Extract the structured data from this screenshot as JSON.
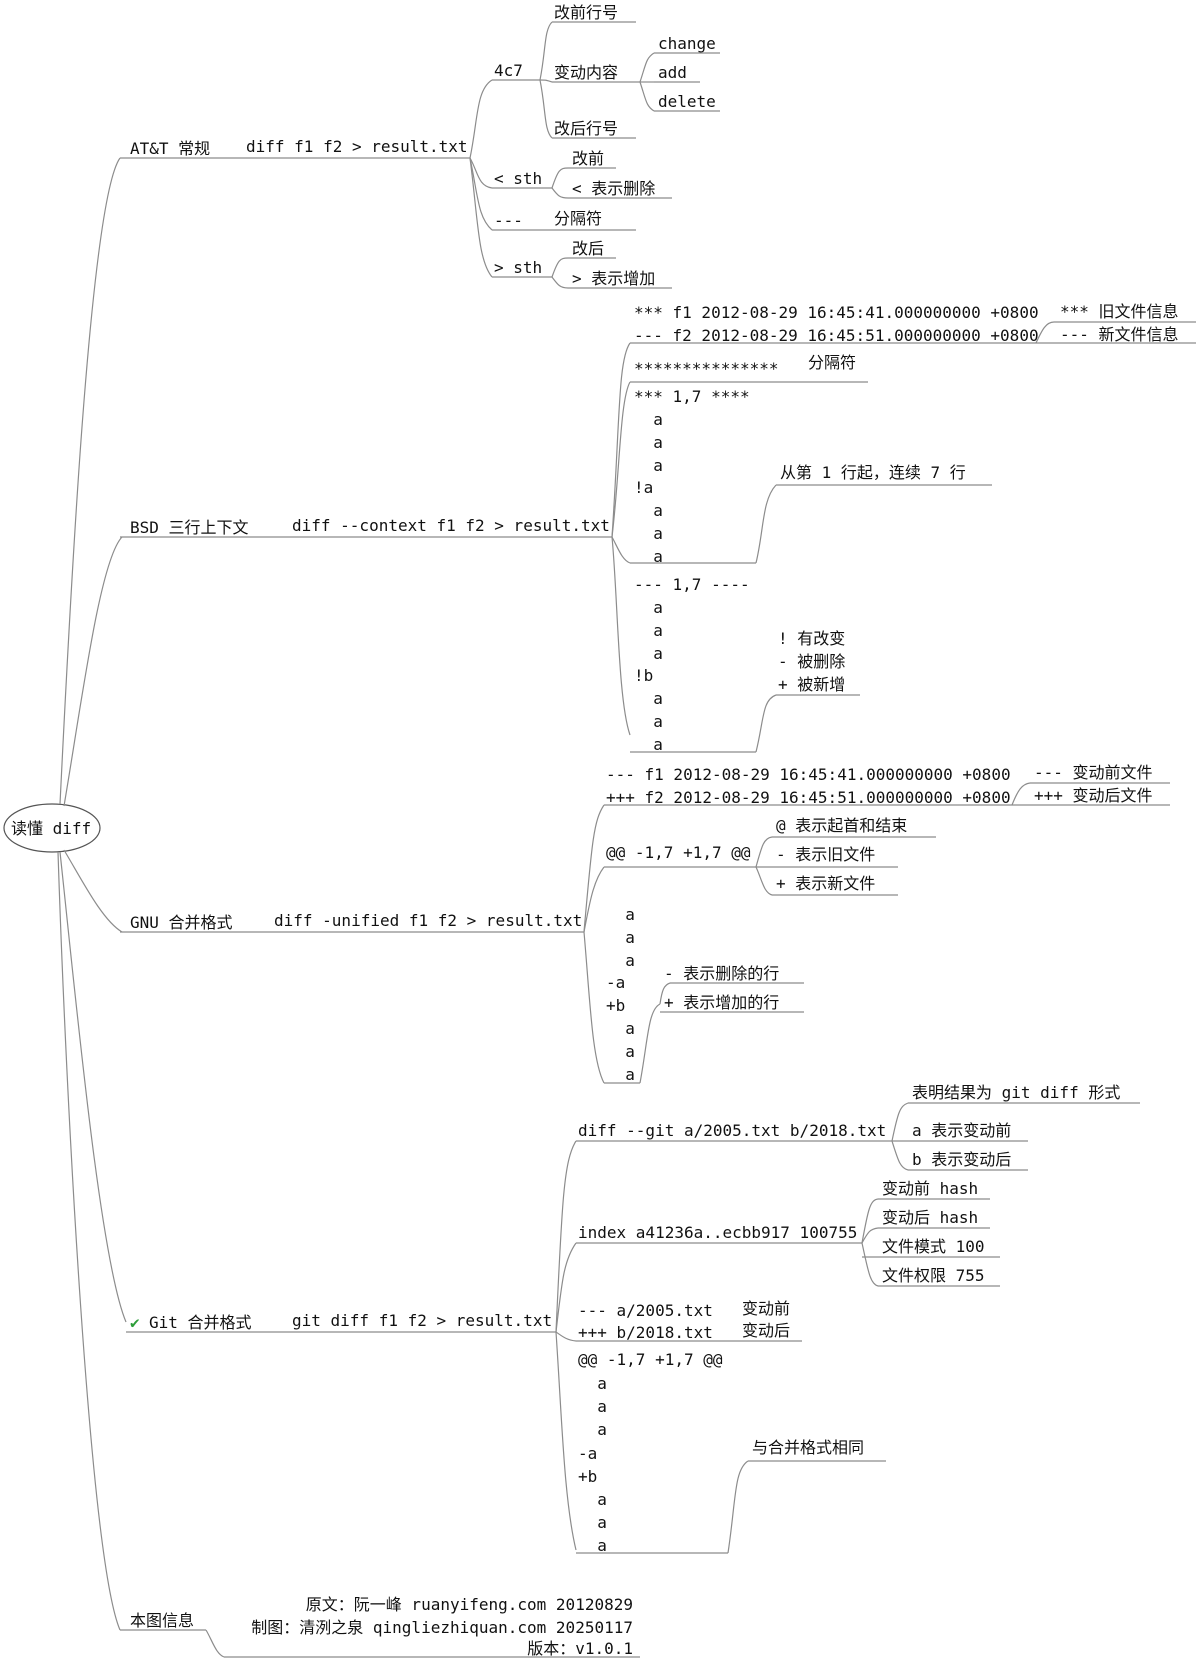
{
  "root": "读懂 diff",
  "check_color": "#2e9e3a",
  "branches": [
    {
      "label": "AT&T 常规",
      "command": "diff f1 f2 > result.txt",
      "parts": [
        {
          "label": "4c7",
          "children": [
            "改前行号",
            "变动内容",
            "改后行号"
          ],
          "grand": [
            "change",
            "add",
            "delete"
          ]
        },
        {
          "label": "< sth",
          "children": [
            "改前",
            "< 表示删除"
          ]
        },
        {
          "label": "---",
          "children": [
            "分隔符"
          ]
        },
        {
          "label": "> sth",
          "children": [
            "改后",
            "> 表示增加"
          ]
        }
      ]
    },
    {
      "label": "BSD 三行上下文",
      "command": "diff --context f1 f2 > result.txt",
      "header": [
        {
          "text": "*** f1 2012-08-29 16:45:41.000000000 +0800",
          "note": "*** 旧文件信息"
        },
        {
          "text": "--- f2 2012-08-29 16:45:51.000000000 +0800",
          "note": "--- 新文件信息"
        }
      ],
      "separator": {
        "text": "***************",
        "note": "分隔符"
      },
      "old_block": {
        "lines": [
          "*** 1,7 ****",
          "  a",
          "  a",
          "  a",
          "!a",
          "  a",
          "  a",
          "  a"
        ],
        "note": "从第 1 行起，连续 7 行"
      },
      "new_block": {
        "lines": [
          "--- 1,7 ----",
          "  a",
          "  a",
          "  a",
          "!b",
          "  a",
          "  a",
          "  a"
        ],
        "notes": [
          "! 有改变",
          "- 被删除",
          "+ 被新增"
        ]
      }
    },
    {
      "label": "GNU 合并格式",
      "command": "diff -unified f1 f2 > result.txt",
      "header": [
        {
          "text": "--- f1 2012-08-29 16:45:41.000000000 +0800",
          "note": "--- 变动前文件"
        },
        {
          "text": "+++ f2 2012-08-29 16:45:51.000000000 +0800",
          "note": "+++ 变动后文件"
        }
      ],
      "hunk": {
        "text": "@@ -1,7 +1,7 @@",
        "notes": [
          "@ 表示起首和结束",
          "- 表示旧文件",
          "+ 表示新文件"
        ]
      },
      "body": {
        "lines": [
          "  a",
          "  a",
          "  a",
          "-a",
          "+b",
          "  a",
          "  a",
          "  a"
        ],
        "notes": [
          "- 表示删除的行",
          "+ 表示增加的行"
        ]
      }
    },
    {
      "label": "Git 合并格式",
      "check_icon": "check-icon",
      "command": "git diff f1 f2 > result.txt",
      "diff_line": {
        "text": "diff --git a/2005.txt b/2018.txt",
        "notes": [
          "表明结果为 git diff 形式",
          "a 表示变动前",
          "b 表示变动后"
        ]
      },
      "index_line": {
        "text": "index a41236a..ecbb917 100755",
        "notes": [
          "变动前 hash",
          "变动后 hash",
          "文件模式 100",
          "文件权限 755"
        ]
      },
      "files": {
        "lines": [
          "--- a/2005.txt",
          "+++ b/2018.txt"
        ],
        "notes": [
          "变动前",
          "变动后"
        ]
      },
      "hunk": {
        "lines": [
          "@@ -1,7 +1,7 @@",
          "  a",
          "  a",
          "  a",
          "-a",
          "+b",
          "  a",
          "  a",
          "  a"
        ],
        "note": "与合并格式相同"
      }
    },
    {
      "label": "本图信息",
      "info": [
        "原文：阮一峰 ruanyifeng.com 20120829",
        "制图：清洌之泉 qingliezhiquan.com 20250117",
        "版本：v1.0.1"
      ]
    }
  ]
}
